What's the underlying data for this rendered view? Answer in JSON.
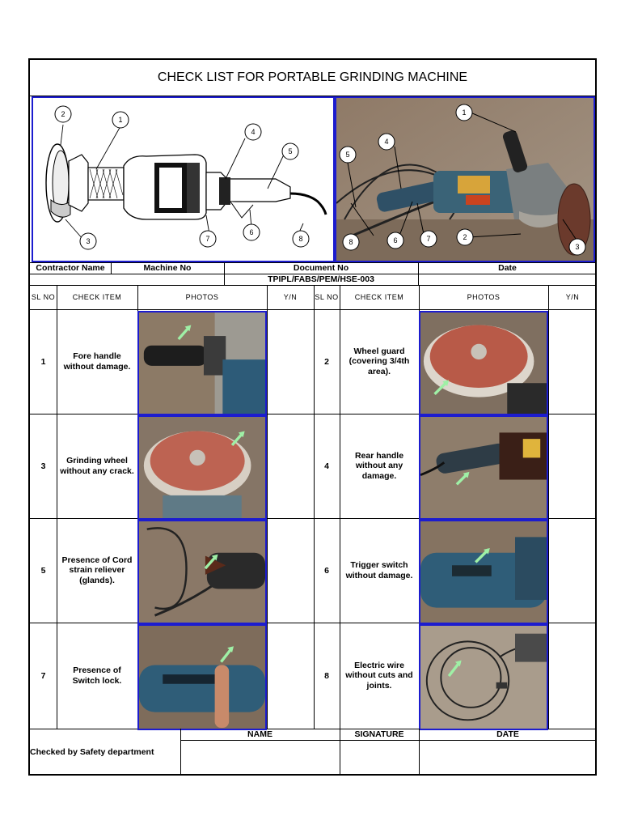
{
  "title": "CHECK LIST FOR PORTABLE GRINDING MACHINE",
  "callouts": [
    "1",
    "2",
    "3",
    "4",
    "5",
    "6",
    "7",
    "8"
  ],
  "meta": {
    "contractor_label": "Contractor Name",
    "machine_label": "Machine No",
    "document_label": "Document No",
    "document_value": "TPIPL/FABS/PEM/HSE-003",
    "date_label": "Date"
  },
  "columns": {
    "sl_no": "SL NO",
    "check_item": "CHECK ITEM",
    "photos": "PHOTOS",
    "yn": "Y/N"
  },
  "items": [
    {
      "no": "1",
      "text": "Fore handle without damage."
    },
    {
      "no": "2",
      "text": "Wheel guard (covering 3/4th area)."
    },
    {
      "no": "3",
      "text": "Grinding wheel without any crack."
    },
    {
      "no": "4",
      "text": "Rear handle without any damage."
    },
    {
      "no": "5",
      "text": "Presence of Cord strain reliever (glands)."
    },
    {
      "no": "6",
      "text": "Trigger switch without damage."
    },
    {
      "no": "7",
      "text": "Presence of Switch lock."
    },
    {
      "no": "8",
      "text": "Electric wire without cuts and joints."
    }
  ],
  "footer": {
    "checked_by": "Checked by Safety department",
    "name_label": "NAME",
    "signature_label": "SIGNATURE",
    "date_label": "DATE"
  },
  "colors": {
    "frame_blue": "#1c1ccf",
    "arrow_green": "#9ff0a6",
    "tool_blue": "#2f5d78",
    "wheel_red": "#b85a48"
  }
}
